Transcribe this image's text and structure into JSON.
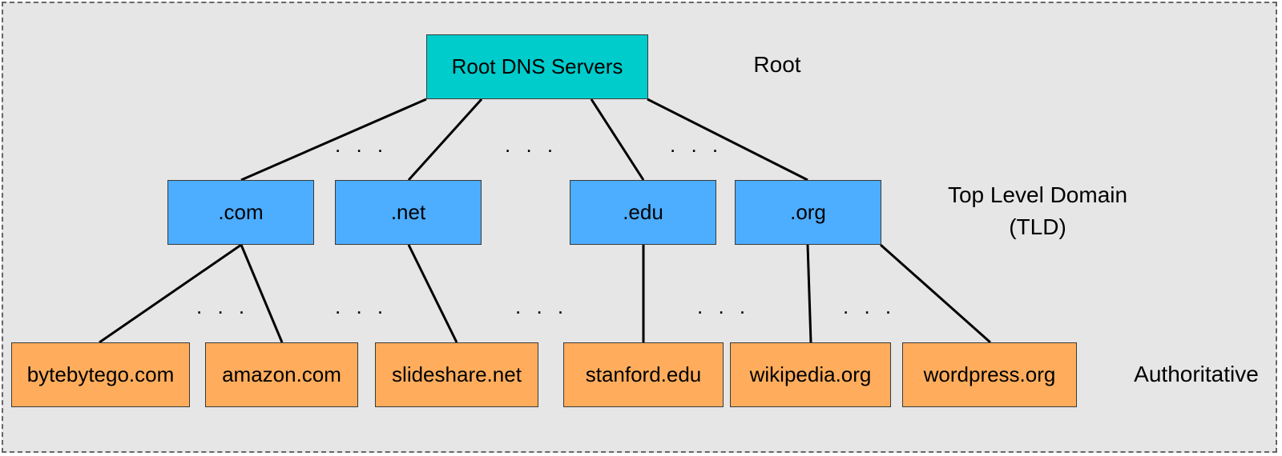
{
  "root": {
    "label": "Root DNS Servers"
  },
  "tlds": [
    {
      "label": ".com"
    },
    {
      "label": ".net"
    },
    {
      "label": ".edu"
    },
    {
      "label": ".org"
    }
  ],
  "authoritative": [
    {
      "label": "bytebytego.com"
    },
    {
      "label": "amazon.com"
    },
    {
      "label": "slideshare.net"
    },
    {
      "label": "stanford.edu"
    },
    {
      "label": "wikipedia.org"
    },
    {
      "label": "wordpress.org"
    }
  ],
  "levels": {
    "root": "Root",
    "tld_line1": "Top Level Domain",
    "tld_line2": "(TLD)",
    "authoritative": "Authoritative"
  },
  "ellipsis": ". . .",
  "colors": {
    "root_fill": "#00cccc",
    "tld_fill": "#4dadff",
    "auth_fill": "#ffad5c",
    "background": "#e6e6e6"
  }
}
